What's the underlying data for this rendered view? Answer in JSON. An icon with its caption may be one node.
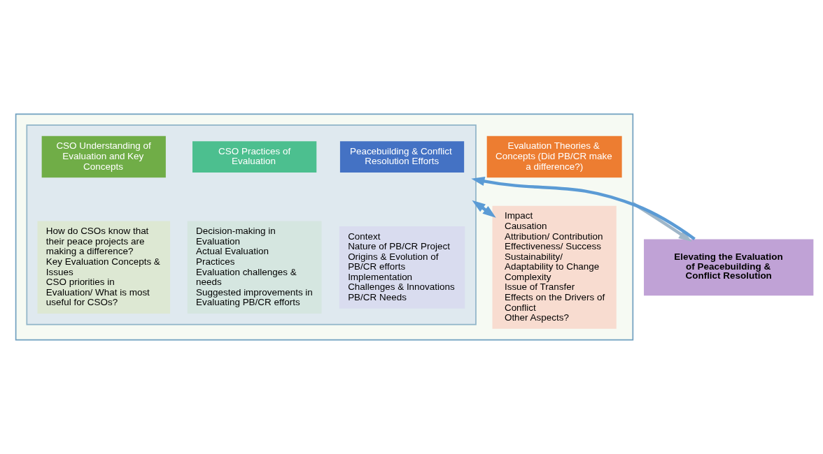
{
  "diagram": {
    "nodes": [
      {
        "text": [],
        "shape": "box"
      },
      {
        "text": [],
        "shape": "box",
        "in": 0
      },
      {
        "text": [
          "Peacebuilding & Conflict Resolution Efforts"
        ],
        "in": 1
      },
      {
        "text": [
          "Context",
          "Nature of PB/CR Project",
          "Origins & Evolution of PB/CR efforts",
          "Implementation",
          "Challenges & Innovations",
          "PB/CR Needs"
        ],
        "in": 1
      },
      {
        "text": [
          "CSO Practices of Evaluation"
        ],
        "in": 1
      },
      {
        "text": [
          "Decision-making in Evaluation",
          "Actual Evaluation Practices",
          "Evaluation challenges & needs",
          "Suggested improvements in Evaluating PB/CR efforts"
        ],
        "in": 1
      },
      {
        "text": [
          "CSO Understanding of Evaluation and Key Concepts"
        ],
        "in": 1
      },
      {
        "text": [
          "How do CSOs know that their peace projects are making a difference?",
          "Key Evaluation Concepts & Issues",
          "CSO priorities in Evaluation/ What is most useful for CSOs?"
        ],
        "in": 1
      },
      {
        "text": [
          "Evaluation Theories & Concepts (Did PB/CR make a difference?)"
        ],
        "in": 0
      },
      {
        "text": [
          "Impact",
          "Causation",
          "Attribution/ Contribution",
          "Effectiveness/ Success",
          "Sustainability/ Adaptability to Change",
          "Complexity",
          "Issue of Transfer",
          "Effects on the Drivers of Conflict",
          "Other Aspects?"
        ],
        "in": 0
      },
      {
        "text": [
          "Elevating the Evaluation of Peacebuilding & Conflict Resolution"
        ]
      }
    ],
    "edges": [
      {
        "from": 1,
        "to": 9,
        "arrow": "both"
      },
      {
        "from": 0,
        "to": 10,
        "arrow": "to",
        "color": "#9fb6c8"
      },
      {
        "from": 10,
        "to": 1,
        "arrow": "to"
      }
    ]
  }
}
